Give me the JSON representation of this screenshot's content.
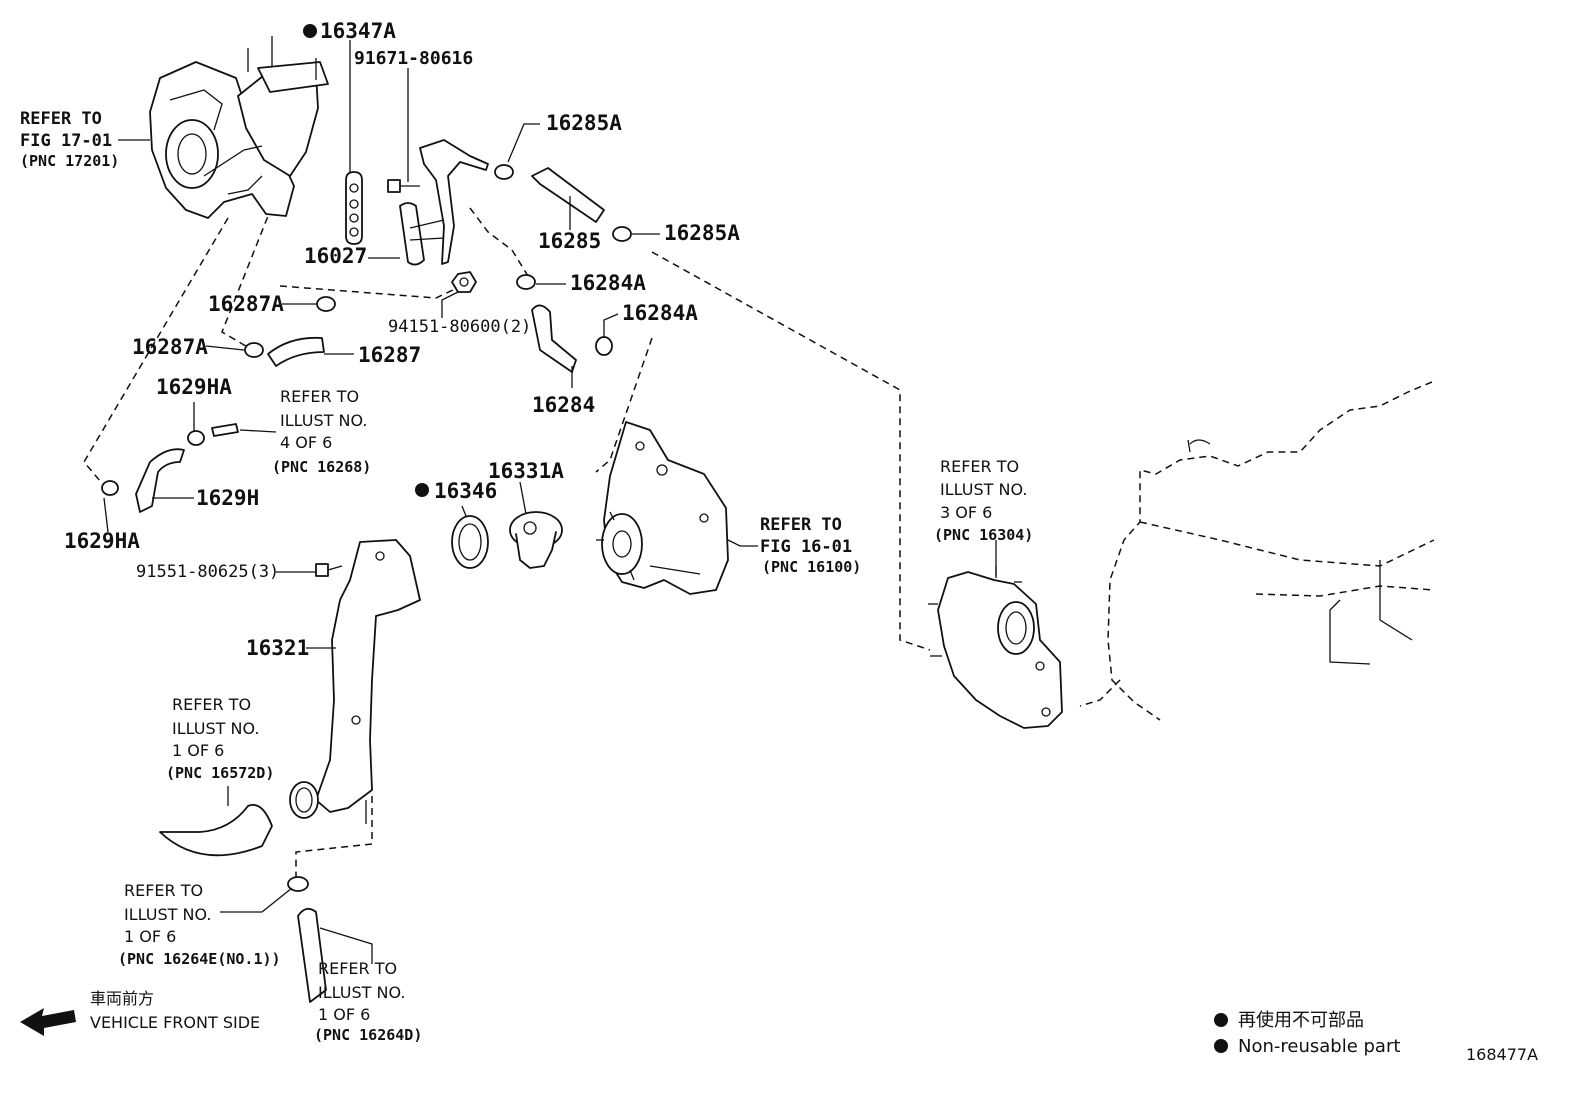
{
  "parts": {
    "p16347A": "16347A",
    "p91671": "91671-80616",
    "p16285A_top": "16285A",
    "p16285": "16285",
    "p16285A_right": "16285A",
    "p16027": "16027",
    "p16284A_a": "16284A",
    "p16284A_b": "16284A",
    "p16287A_a": "16287A",
    "p94151": "94151-80600(2)",
    "p16287A_b": "16287A",
    "p16287": "16287",
    "p16284": "16284",
    "p1629HA_top": "1629HA",
    "p1629H": "1629H",
    "p1629HA_bottom": "1629HA",
    "p16346": "16346",
    "p16331A": "16331A",
    "p91551": "91551-80625(3)",
    "p16321": "16321"
  },
  "refs": {
    "fig1701": {
      "l1": "REFER TO",
      "l2": "FIG 17-01",
      "pnc": "(PNC 17201)"
    },
    "illust4": {
      "l1": "REFER TO",
      "l2": "ILLUST NO.",
      "l3": "4 OF 6",
      "pnc": "(PNC 16268)"
    },
    "fig1601": {
      "l1": "REFER TO",
      "l2": "FIG 16-01",
      "pnc": "(PNC 16100)"
    },
    "illust3": {
      "l1": "REFER TO",
      "l2": "ILLUST NO.",
      "l3": "3 OF 6",
      "pnc": "(PNC 16304)"
    },
    "illust1a": {
      "l1": "REFER TO",
      "l2": "ILLUST NO.",
      "l3": "1 OF 6",
      "pnc": "(PNC 16572D)"
    },
    "illust1b": {
      "l1": "REFER TO",
      "l2": "ILLUST NO.",
      "l3": "1 OF 6",
      "pnc": "(PNC 16264E(NO.1))"
    },
    "illust1c": {
      "l1": "REFER TO",
      "l2": "ILLUST NO.",
      "l3": "1 OF 6",
      "pnc": "(PNC 16264D)"
    }
  },
  "front": {
    "jp": "車両前方",
    "en": "VEHICLE FRONT SIDE"
  },
  "legend": {
    "jp": "再使用不可部品",
    "en": "Non-reusable part"
  },
  "diagram_id": "168477A"
}
